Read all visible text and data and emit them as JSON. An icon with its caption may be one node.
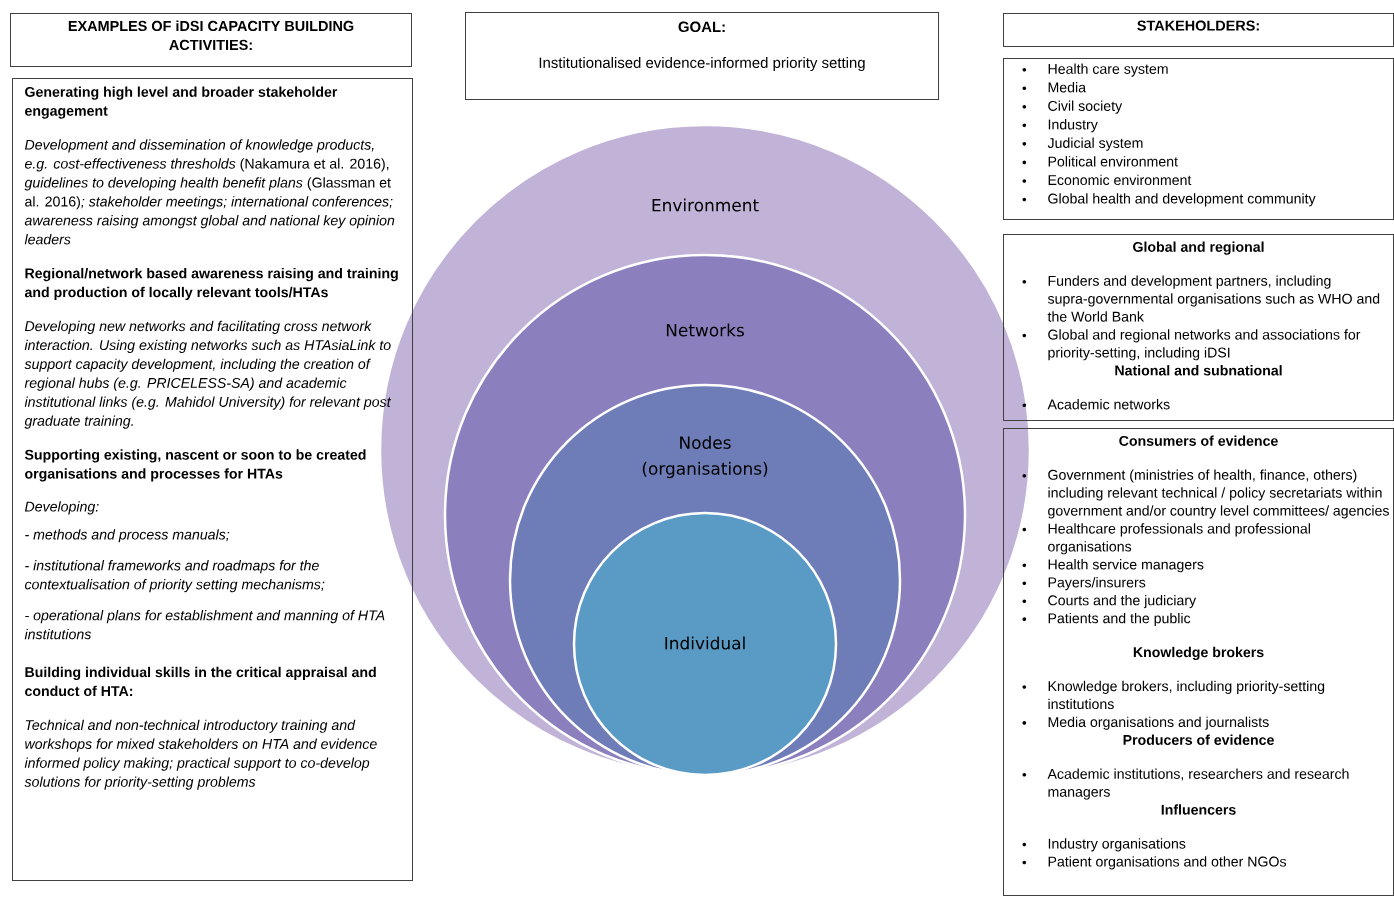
{
  "diagram": {
    "nodes": [
      {
        "text": [
          "EXAMPLES OF iDSI CAPACITY BUILDING ACTIVITIES:"
        ]
      },
      {
        "text": [
          "Generating high level and broader stakeholder engagement",
          "*Development and dissemination of knowledge products, e.g. cost-effectiveness thresholds* (Nakamura et al. 2016), *guidelines to developing health benefit plans* (Glassman et al. 2016)*; stakeholder meetings; international conferences; awareness raising amongst global and national key opinion leaders*",
          "Regional/network based awareness raising and training and production of locally relevant tools/HTAs",
          "Developing new networks and facilitating cross network interaction. Using existing networks such as HTAsiaLink to support capacity development, including the creation of regional hubs (e.g. PRICELESS-SA) and academic institutional links (e.g. Mahidol University) for relevant post graduate training.",
          "Supporting existing, nascent or soon to be created organisations and processes for HTAs",
          "Developing:",
          "- methods and process manuals;",
          "- institutional frameworks and roadmaps for the contextualisation of priority setting mechanisms;",
          "- operational plans for establishment and manning of HTA institutions",
          "Building individual skills in the critical appraisal and conduct of HTA:",
          "Technical and non-technical introductory training and workshops for mixed stakeholders on HTA and evidence informed policy making; practical support to co-develop solutions for priority-setting problems"
        ]
      },
      {
        "text": [
          "GOAL:",
          "Institutionalised evidence-informed priority setting"
        ]
      },
      {
        "text": [
          "Environment"
        ]
      },
      {
        "text": [
          "Networks"
        ],
        "in": 3
      },
      {
        "text": [
          "Nodes (organisations)"
        ],
        "in": 4
      },
      {
        "text": [
          "Individual"
        ],
        "in": 5
      },
      {
        "text": [
          "STAKEHOLDERS:"
        ]
      },
      {
        "text": [
          "Health care system",
          "Media",
          "Civil society",
          "Industry",
          "Judicial system",
          "Political environment",
          "Economic environment",
          "Global health and development community"
        ]
      },
      {
        "text": [
          "Global and regional",
          "Funders and development partners, including supra-governmental organisations such as WHO and the World Bank",
          "Global and regional networks and associations for priority-setting, including iDSI",
          "National and subnational",
          "Academic networks"
        ]
      },
      {
        "text": [
          "Consumers of evidence",
          "Government (ministries of health, finance, others) including relevant technical / policy secretariats within government and/or country level committees/ agencies",
          "Healthcare professionals and professional organisations",
          "Health service managers",
          "Payers/insurers",
          "Courts and the judiciary",
          "Patients and the public",
          "Knowledge brokers",
          "Knowledge brokers, including priority-setting institutions",
          "Media organisations and journalists",
          "Producers of evidence",
          "Academic institutions, researchers and research managers",
          "Influencers",
          "Industry organisations",
          "Patient organisations and other NGOs"
        ]
      }
    ],
    "edges": []
  }
}
